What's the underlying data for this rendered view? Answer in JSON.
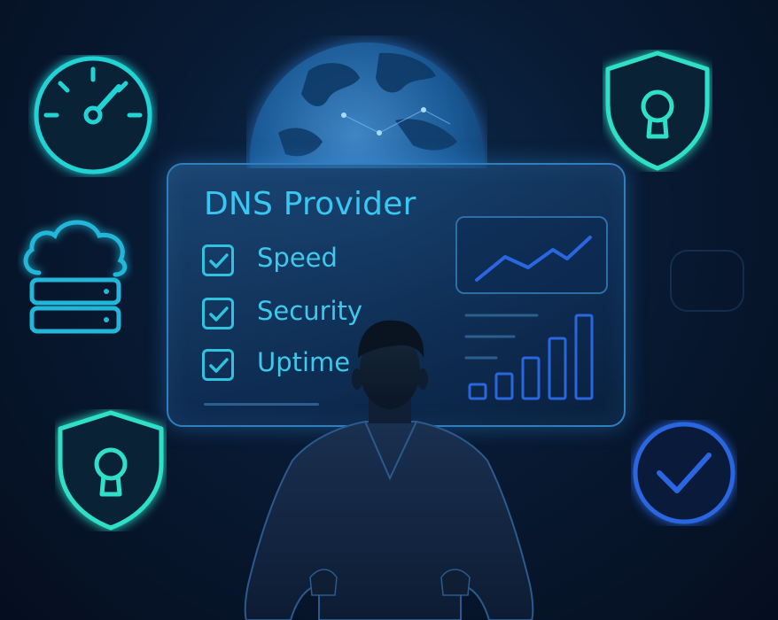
{
  "panel": {
    "title": "DNS Provider",
    "checklist": [
      {
        "label": "Speed",
        "checked": true
      },
      {
        "label": "Security",
        "checked": true
      },
      {
        "label": "Uptime",
        "checked": true
      }
    ]
  },
  "icons": [
    "gauge-icon",
    "globe-icon",
    "shield-lock-icon",
    "cloud-server-icon",
    "check-circle-icon"
  ],
  "colors": {
    "accent_cyan": "#39c6f2",
    "accent_teal": "#2fe0c8",
    "accent_blue": "#2a66e0",
    "background": "#081a33"
  }
}
